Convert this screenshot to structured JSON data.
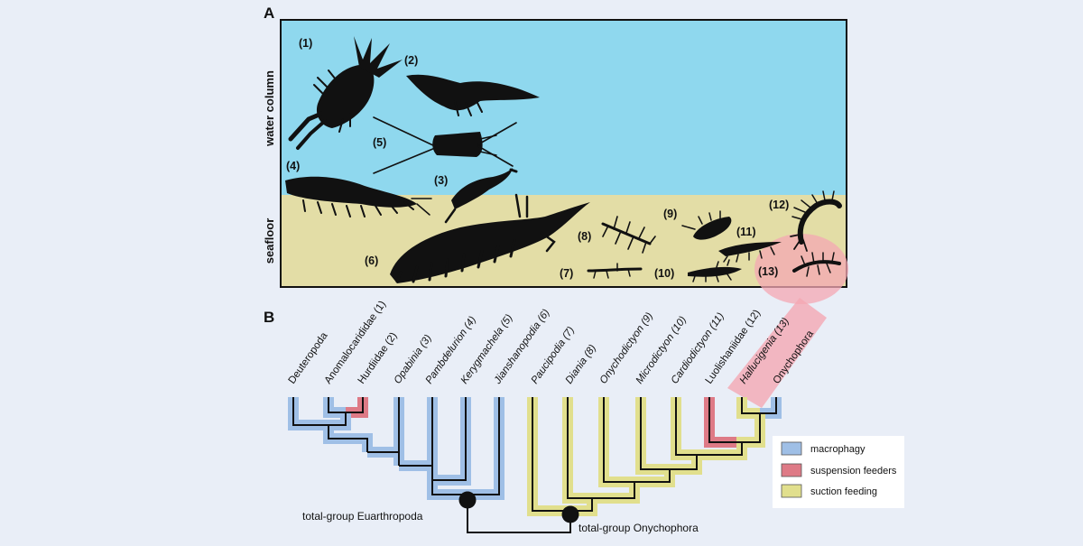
{
  "panel_a": {
    "letter": "A",
    "zone_top": "water column",
    "zone_bottom": "seafloor",
    "specimens": [
      "(1)",
      "(2)",
      "(3)",
      "(4)",
      "(5)",
      "(6)",
      "(7)",
      "(8)",
      "(9)",
      "(10)",
      "(11)",
      "(12)",
      "(13)"
    ]
  },
  "panel_b": {
    "letter": "B",
    "taxa": [
      {
        "name": "Deuteropoda",
        "italic": false,
        "color": "macrophagy"
      },
      {
        "name": "Anomalocarididae (1)",
        "italic": false,
        "color": "macrophagy"
      },
      {
        "name": "Hurdiidae (2)",
        "italic": false,
        "color": "suspension"
      },
      {
        "name": "Opabinia (3)",
        "italic": true,
        "color": "macrophagy"
      },
      {
        "name": "Pambdelurion (4)",
        "italic": true,
        "color": "macrophagy"
      },
      {
        "name": "Kerygmachela (5)",
        "italic": true,
        "color": "macrophagy"
      },
      {
        "name": "Jianshanopodia (6)",
        "italic": true,
        "color": "macrophagy"
      },
      {
        "name": "Paucipodia (7)",
        "italic": true,
        "color": "suction"
      },
      {
        "name": "Diania (8)",
        "italic": true,
        "color": "suction"
      },
      {
        "name": "Onychodictyon (9)",
        "italic": true,
        "color": "suction"
      },
      {
        "name": "Microdictyon (10)",
        "italic": true,
        "color": "suction"
      },
      {
        "name": "Cardiodictyon (11)",
        "italic": true,
        "color": "suction"
      },
      {
        "name": "Luolishaniidae (12)",
        "italic": false,
        "color": "suspension"
      },
      {
        "name": "Hallucigenia (13)",
        "italic": true,
        "color": "suction",
        "highlight": true
      },
      {
        "name": "Onychophora",
        "italic": false,
        "color": "macrophagy"
      }
    ],
    "nodes": [
      "total-group Euarthropoda",
      "total-group Onychophora"
    ],
    "legend": [
      {
        "key": "macrophagy",
        "label": "macrophagy",
        "color": "#9fbfe6"
      },
      {
        "key": "suspension",
        "label": "suspension feeders",
        "color": "#de7a86"
      },
      {
        "key": "suction",
        "label": "suction feeding",
        "color": "#e1df8d"
      }
    ]
  },
  "colors": {
    "water": "#8fd8ee",
    "seafloor": "#e3dda6",
    "highlight": "#f4a7b3",
    "macrophagy": "#9fbfe6",
    "suspension": "#de7a86",
    "suction": "#e1df8d"
  }
}
